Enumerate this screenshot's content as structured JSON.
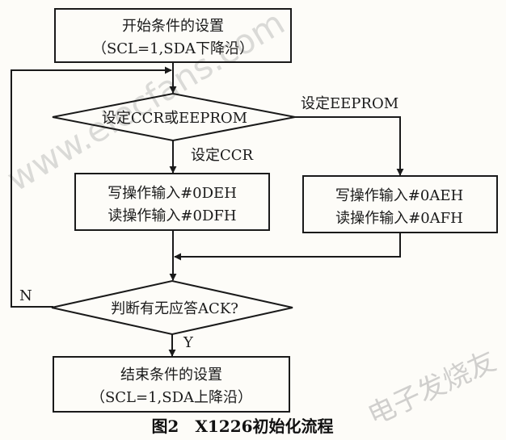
{
  "nodes": {
    "start": {
      "line1": "开始条件的设置",
      "line2": "（SCL=1,SDA下降沿）"
    },
    "decision_device": {
      "label": "设定CCR或EEPROM"
    },
    "ccr": {
      "line1": "写操作输入#0DEH",
      "line2": "读操作输入#0DFH"
    },
    "eeprom": {
      "line1": "写操作输入#0AEH",
      "line2": "读操作输入#0AFH"
    },
    "decision_ack": {
      "label": "判断有无应答ACK?"
    },
    "end": {
      "line1": "结束条件的设置",
      "line2": "（SCL=1,SDA上降沿）"
    }
  },
  "edges": {
    "ccr_label": "设定CCR",
    "eeprom_label": "设定EEPROM",
    "no_label": "N",
    "yes_label": "Y"
  },
  "caption": "图2　X1226初始化流程",
  "watermarks": {
    "site": "www.elecfans.com",
    "brand": "电子发烧友"
  }
}
